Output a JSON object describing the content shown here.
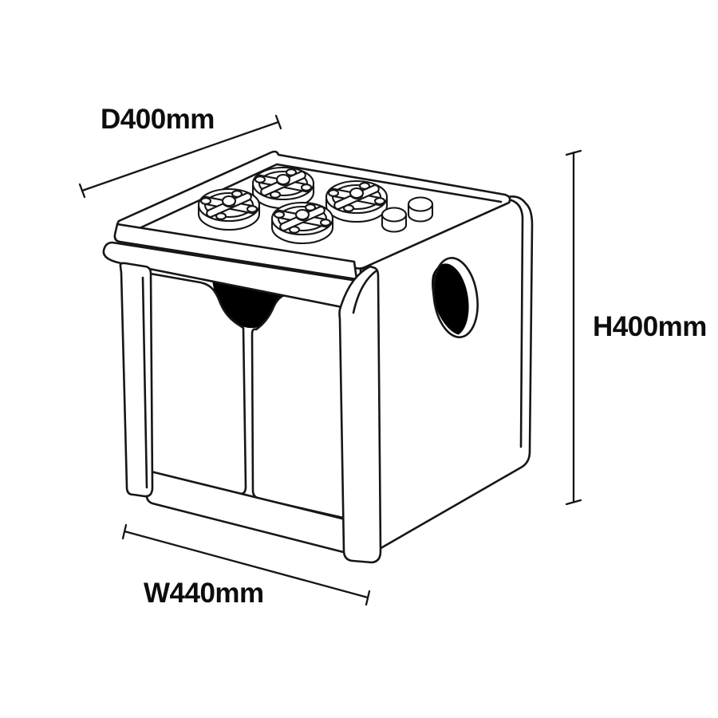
{
  "page": {
    "background": "#ffffff",
    "line_color": "#161616",
    "cutout_fill": "#000000"
  },
  "dimensions": {
    "depth_label": "D400mm",
    "height_label": "H400mm",
    "width_label": "W440mm"
  },
  "drawing": {
    "subject": "toy-play-stove-cube-line-drawing",
    "parts": [
      "stove-top",
      "burner-back-left",
      "burner-back-right",
      "burner-front-left",
      "burner-front-right",
      "control-knob-left",
      "control-knob-right",
      "front-rail",
      "left-frame",
      "right-frame",
      "left-door",
      "right-door",
      "handle-notch-cutout",
      "side-carry-hole",
      "base-rail"
    ]
  }
}
